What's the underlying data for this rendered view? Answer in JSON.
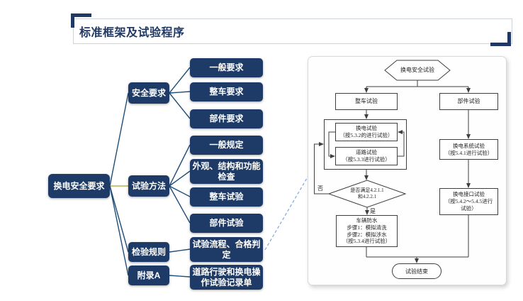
{
  "header": {
    "title": "标准框架及试验程序"
  },
  "tree": {
    "root": "换电安全要求",
    "branches": [
      {
        "label": "安全要求",
        "children": [
          "一般要求",
          "整车要求",
          "部件要求"
        ]
      },
      {
        "label": "试验方法",
        "children": [
          "一般规定",
          "外观、结构和功能检查",
          "整车试验",
          "部件试验"
        ]
      },
      {
        "label": "检验规则",
        "children": [
          "试验流程、合格判定"
        ]
      },
      {
        "label": "附录A",
        "children": [
          "道路行驶和换电操作试验记录单"
        ]
      }
    ]
  },
  "flowchart": {
    "start": "换电安全试验",
    "vehicle_test": "整车试验",
    "component_test": "部件试验",
    "swap_test": "换电试验\n（按5.3.2的进行试验）",
    "road_test": "道路试验\n（按5.3.3进行试验）",
    "swap_system_test": "换电系统试验\n（按5.4.1进行试验）",
    "swap_interface_test": "换电接口试验\n（按5.4.2～5.4.5进行\n试验）",
    "decision": "是否满足4.2.1.1\n和4.2.2.1",
    "yes_label": "是",
    "no_label": "否",
    "waterproof": "车辆防水\n步骤1：模拟清洗\n步骤2：模拟涉水\n（按5.3.4进行试验）",
    "end": "试验结束"
  },
  "colors": {
    "node_fill": "#1e3a66",
    "tree_line": "#1f4e79",
    "accent_line": "#b0b54f",
    "dashed_line": "#7da7d9",
    "flow_line": "#3f3f3f",
    "title_color": "#1f3864"
  }
}
